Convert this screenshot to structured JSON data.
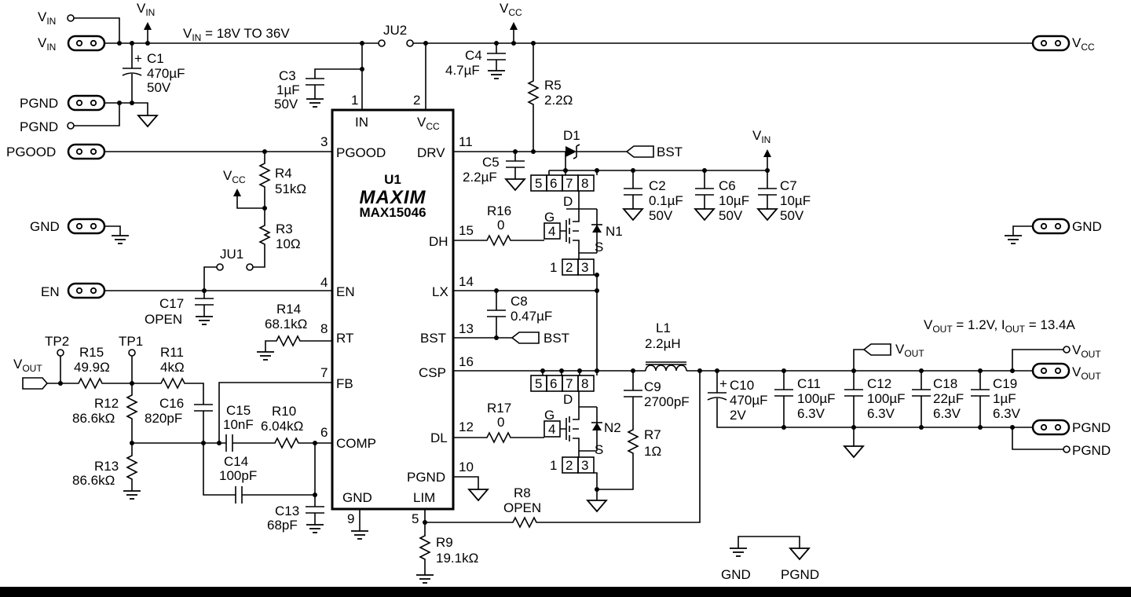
{
  "ic": {
    "ref": "U1",
    "brand": "MAXIM",
    "part": "MAX15046"
  },
  "pins": {
    "in": {
      "num": "1",
      "name": "IN"
    },
    "vcc": {
      "num": "2",
      "name": "V",
      "sub": "CC"
    },
    "pgood": {
      "num": "3",
      "name": "PGOOD"
    },
    "en": {
      "num": "4",
      "name": "EN"
    },
    "rt": {
      "num": "8",
      "name": "RT"
    },
    "fb": {
      "num": "7",
      "name": "FB"
    },
    "comp": {
      "num": "6",
      "name": "COMP"
    },
    "gnd": {
      "num": "9",
      "name": "GND"
    },
    "drv": {
      "num": "11",
      "name": "DRV"
    },
    "dh": {
      "num": "15",
      "name": "DH"
    },
    "lx": {
      "num": "14",
      "name": "LX"
    },
    "bst": {
      "num": "13",
      "name": "BST"
    },
    "csp": {
      "num": "16",
      "name": "CSP"
    },
    "dl": {
      "num": "12",
      "name": "DL"
    },
    "pgnd": {
      "num": "10",
      "name": "PGND"
    },
    "lim": {
      "num": "5",
      "name": "LIM"
    }
  },
  "connectors": {
    "vin_top": {
      "name": "V",
      "sub": "IN"
    },
    "vin_main": {
      "name": "V",
      "sub": "IN"
    },
    "pgnd_1": "PGND",
    "pgnd_2": "PGND",
    "pgood": "PGOOD",
    "gnd_left": "GND",
    "en": "EN",
    "vout_in": {
      "name": "V",
      "sub": "OUT"
    },
    "vcc_right": {
      "name": "V",
      "sub": "CC"
    },
    "gnd_right": "GND",
    "vout_out1": {
      "name": "V",
      "sub": "OUT"
    },
    "vout_out2": {
      "name": "V",
      "sub": "OUT"
    },
    "pgnd_out1": "PGND",
    "pgnd_out2": "PGND",
    "gnd_bottom": "GND",
    "pgnd_bottom": "PGND"
  },
  "net_labels": {
    "vin_arrow": {
      "name": "V",
      "sub": "IN"
    },
    "vin_range": {
      "name": "V",
      "sub": "IN",
      "rest": " = 18V TO 36V"
    },
    "vcc_top": {
      "name": "V",
      "sub": "CC"
    },
    "vcc_r4": {
      "name": "V",
      "sub": "CC"
    },
    "vin_c7": {
      "name": "V",
      "sub": "IN"
    },
    "bst_d1": "BST",
    "bst_c8": "BST",
    "vout_bus": {
      "name": "V",
      "sub": "OUT"
    },
    "spec": {
      "a": "V",
      "a_sub": "OUT",
      "b": " = 1.2V, I",
      "b_sub": "OUT",
      "c": " = 13.4A"
    }
  },
  "jumpers": {
    "ju1": "JU1",
    "ju2": "JU2"
  },
  "testpoints": {
    "tp1": "TP1",
    "tp2": "TP2"
  },
  "capacitors": [
    {
      "ref": "C1",
      "value": "470µF",
      "rating": "50V"
    },
    {
      "ref": "C3",
      "value": "1µF",
      "rating": "50V"
    },
    {
      "ref": "C4",
      "value": "4.7µF"
    },
    {
      "ref": "C5",
      "value": "2.2µF"
    },
    {
      "ref": "C2",
      "value": "0.1µF",
      "rating": "50V"
    },
    {
      "ref": "C6",
      "value": "10µF",
      "rating": "50V"
    },
    {
      "ref": "C7",
      "value": "10µF",
      "rating": "50V"
    },
    {
      "ref": "C17",
      "value": "OPEN"
    },
    {
      "ref": "C8",
      "value": "0.47µF"
    },
    {
      "ref": "C16",
      "value": "820pF"
    },
    {
      "ref": "C15",
      "value": "10nF"
    },
    {
      "ref": "C14",
      "value": "100pF"
    },
    {
      "ref": "C13",
      "value": "68pF"
    },
    {
      "ref": "C9",
      "value": "2700pF"
    },
    {
      "ref": "C10",
      "value": "470µF",
      "rating": "2V"
    },
    {
      "ref": "C11",
      "value": "100µF",
      "rating": "6.3V"
    },
    {
      "ref": "C12",
      "value": "100µF",
      "rating": "6.3V"
    },
    {
      "ref": "C18",
      "value": "22µF",
      "rating": "6.3V"
    },
    {
      "ref": "C19",
      "value": "1µF",
      "rating": "6.3V"
    }
  ],
  "resistors": [
    {
      "ref": "R4",
      "value": "51kΩ"
    },
    {
      "ref": "R3",
      "value": "10Ω"
    },
    {
      "ref": "R5",
      "value": "2.2Ω"
    },
    {
      "ref": "R16",
      "value": "0"
    },
    {
      "ref": "R14",
      "value": "68.1kΩ"
    },
    {
      "ref": "R15",
      "value": "49.9Ω"
    },
    {
      "ref": "R11",
      "value": "4kΩ"
    },
    {
      "ref": "R12",
      "value": "86.6kΩ"
    },
    {
      "ref": "R13",
      "value": "86.6kΩ"
    },
    {
      "ref": "R10",
      "value": "6.04kΩ"
    },
    {
      "ref": "R17",
      "value": "0"
    },
    {
      "ref": "R7",
      "value": "1Ω"
    },
    {
      "ref": "R8",
      "value": "OPEN"
    },
    {
      "ref": "R9",
      "value": "19.1kΩ"
    }
  ],
  "inductor": {
    "ref": "L1",
    "value": "2.2µH"
  },
  "diode": {
    "ref": "D1"
  },
  "mosfets": [
    {
      "ref": "N1",
      "gate": "G",
      "drain": "D",
      "source": "S",
      "gate_pin": "4",
      "drain_pins": [
        "5",
        "6",
        "7",
        "8"
      ],
      "source_pins": [
        "1",
        "2",
        "3"
      ]
    },
    {
      "ref": "N2",
      "gate": "G",
      "drain": "D",
      "source": "S",
      "gate_pin": "4",
      "drain_pins": [
        "5",
        "6",
        "7",
        "8"
      ],
      "source_pins": [
        "1",
        "2",
        "3"
      ]
    }
  ]
}
